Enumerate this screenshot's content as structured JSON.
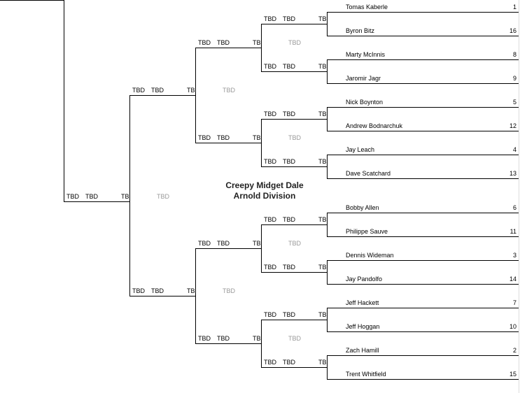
{
  "division": {
    "line1": "Creepy Midget Dale",
    "line2": "Arnold Division"
  },
  "labels": {
    "tbd": "TBD",
    "tbd_clipped": "TB"
  },
  "players": [
    {
      "name": "Tomas Kaberle",
      "seed": "1"
    },
    {
      "name": "Byron Bitz",
      "seed": "16"
    },
    {
      "name": "Marty McInnis",
      "seed": "8"
    },
    {
      "name": "Jaromir Jagr",
      "seed": "9"
    },
    {
      "name": "Nick Boynton",
      "seed": "5"
    },
    {
      "name": "Andrew Bodnarchuk",
      "seed": "12"
    },
    {
      "name": "Jay Leach",
      "seed": "4"
    },
    {
      "name": "Dave Scatchard",
      "seed": "13"
    },
    {
      "name": "Bobby Allen",
      "seed": "6"
    },
    {
      "name": "Philippe Sauve",
      "seed": "11"
    },
    {
      "name": "Dennis Wideman",
      "seed": "3"
    },
    {
      "name": "Jay Pandolfo",
      "seed": "14"
    },
    {
      "name": "Jeff Hackett",
      "seed": "7"
    },
    {
      "name": "Jeff Hoggan",
      "seed": "10"
    },
    {
      "name": "Zach Hamill",
      "seed": "2"
    },
    {
      "name": "Trent Whitfield",
      "seed": "15"
    }
  ]
}
